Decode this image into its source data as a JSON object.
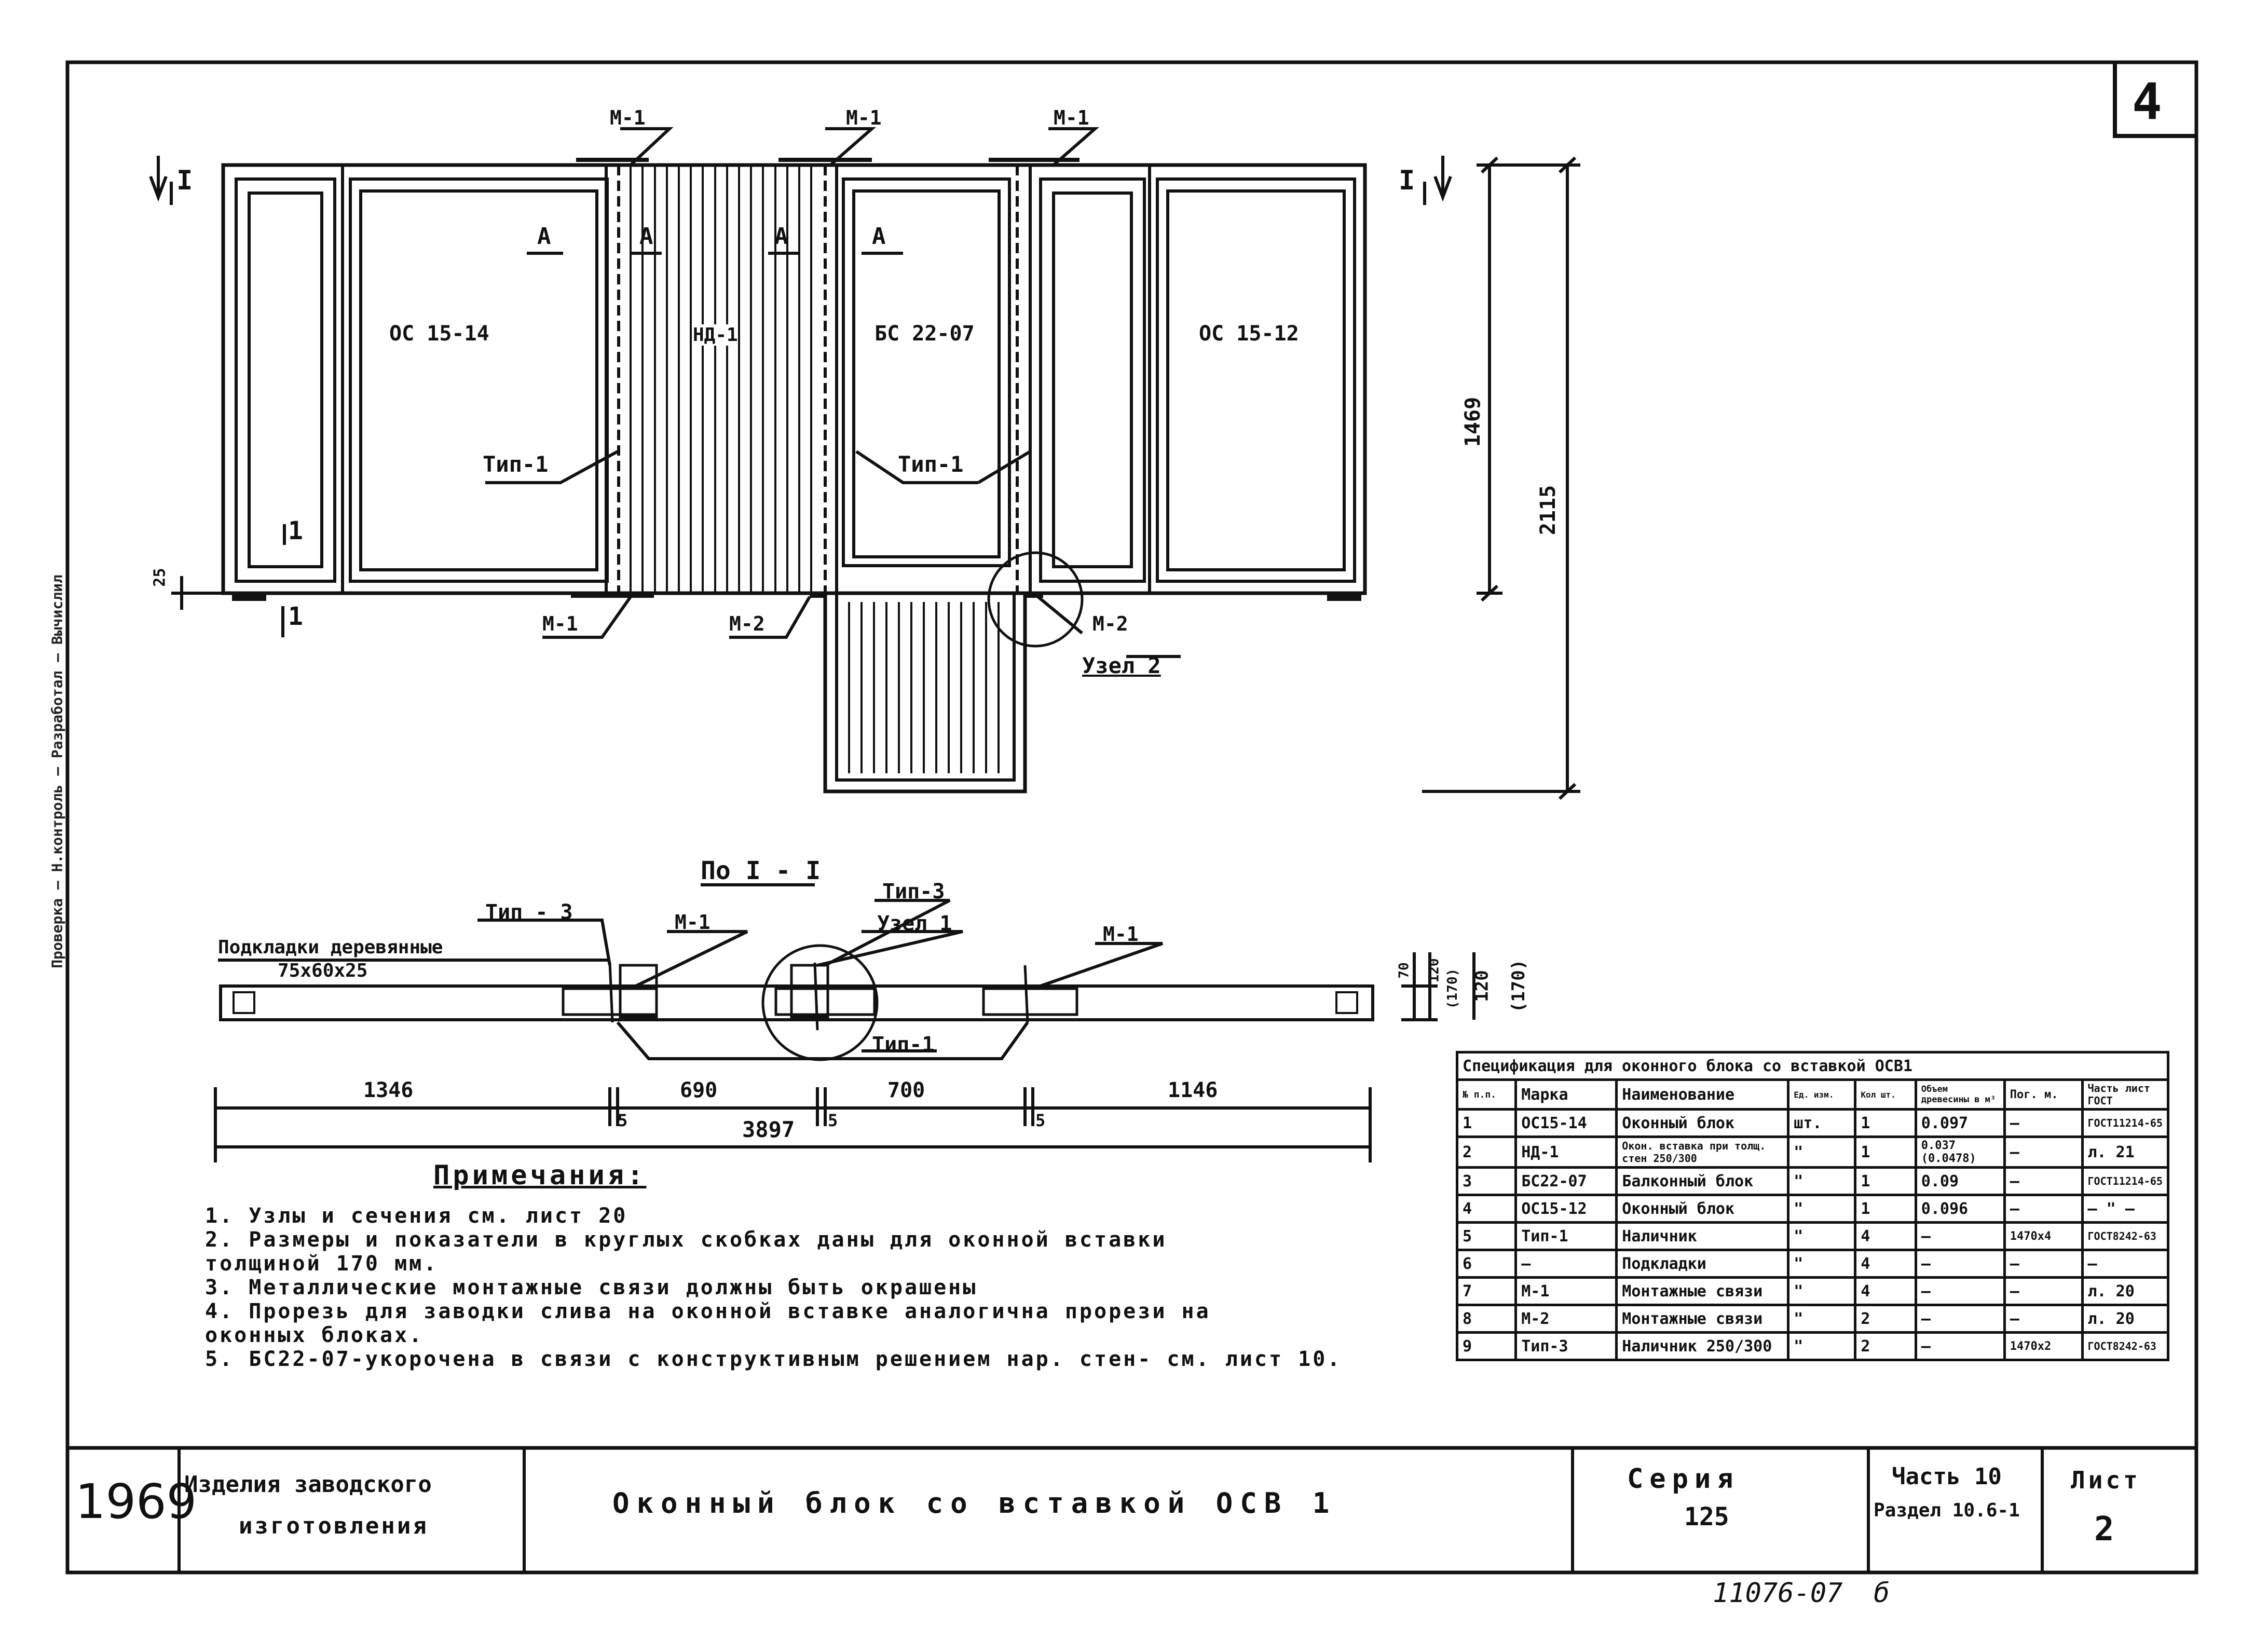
{
  "sheet_number": "4",
  "bottom_code": "11076-07",
  "bottom_mark": "б",
  "side_stamp": "Проверка — Н.контроль — Разработал — Вычислил",
  "elevation": {
    "section_mark": "I",
    "ties": [
      "М-1",
      "М-1",
      "М-1",
      "М-1",
      "М-2",
      "М-2"
    ],
    "marks_a": [
      "А",
      "А",
      "А",
      "А"
    ],
    "labels": {
      "oc1514": "ОС 15-14",
      "nd1": "НД-1",
      "be2207": "БС 22-07",
      "oc1512": "ОС 15-12",
      "tip1_left": "Тип-1",
      "tip1_right": "Тип-1",
      "m1_bottom": "М-1",
      "m2_left": "М-2",
      "m2_right": "М-2",
      "node2": "Узел 2",
      "mark_1": "1",
      "dim_25": "25"
    },
    "dims": {
      "h1": "1469",
      "h2": "2115"
    }
  },
  "section": {
    "title": "По I - I",
    "pads_label": "Подкладки деревянные",
    "pads_size": "75х60х25",
    "tip3_left": "Тип - 3",
    "tip3_right": "Тип-3",
    "m1_left": "М-1",
    "m1_right": "М-1",
    "node1": "Узел 1",
    "tip1": "Тип-1",
    "dims": [
      "1346",
      "690",
      "700",
      "1146"
    ],
    "gaps": [
      "5",
      "5",
      "5"
    ],
    "total": "3897",
    "vdims": [
      "70",
      "120",
      "(170)",
      "120",
      "(170)"
    ]
  },
  "notes": {
    "title": "Примечания:",
    "items": [
      "1.  Узлы и сечения  см. лист 20",
      "2.  Размеры и показатели в круглых скобках даны для оконной вставки",
      "    толщиной 170 мм.",
      "3.  Металлические монтажные связи должны быть окрашены",
      "4.  Прорезь для заводки слива на оконной вставке аналогична прорези на",
      "    оконных блоках.",
      "5.  БС22-07-укорочена в связи с конструктивным решением нар. стен- см. лист 10."
    ]
  },
  "spec": {
    "title": "Спецификация для оконного блока со вставкой  ОСВ1",
    "headers": [
      "№ п.п.",
      "Марка",
      "Наименование",
      "Ед. изм.",
      "Кол шт.",
      "Объем древесины в м³",
      "Пог. м.",
      "Часть лист ГОСТ"
    ],
    "rows": [
      [
        "1",
        "ОС15-14",
        "Оконный блок",
        "шт.",
        "1",
        "0.097",
        "—",
        "ГОСТ11214-65"
      ],
      [
        "2",
        "НД-1",
        "Окон. вставка при толщ. стен 250/300",
        "\"",
        "1",
        "0.037 (0.0478)",
        "—",
        "л. 21"
      ],
      [
        "3",
        "БС22-07",
        "Балконный блок",
        "\"",
        "1",
        "0.09",
        "—",
        "ГОСТ11214-65"
      ],
      [
        "4",
        "ОС15-12",
        "Оконный блок",
        "\"",
        "1",
        "0.096",
        "—",
        "— \" —"
      ],
      [
        "5",
        "Тип-1",
        "Наличник",
        "\"",
        "4",
        "—",
        "1470х4",
        "ГОСТ8242-63"
      ],
      [
        "6",
        "—",
        "Подкладки",
        "\"",
        "4",
        "—",
        "—",
        "—"
      ],
      [
        "7",
        "М-1",
        "Монтажные связи",
        "\"",
        "4",
        "—",
        "—",
        "л. 20"
      ],
      [
        "8",
        "М-2",
        "Монтажные связи",
        "\"",
        "2",
        "—",
        "—",
        "л. 20"
      ],
      [
        "9",
        "Тип-3",
        "Наличник 250/300",
        "\"",
        "2",
        "—",
        "1470х2",
        "ГОСТ8242-63"
      ]
    ]
  },
  "title_block": {
    "year": "1969",
    "category_line1": "Изделия заводского",
    "category_line2": "изготовления",
    "name": "Оконный блок со вставкой ОСВ 1",
    "series_label": "Серия",
    "series_value": "125",
    "part": "Часть 10",
    "section": "Раздел 10.6-1",
    "sheet_label": "Лист",
    "sheet_value": "2"
  }
}
